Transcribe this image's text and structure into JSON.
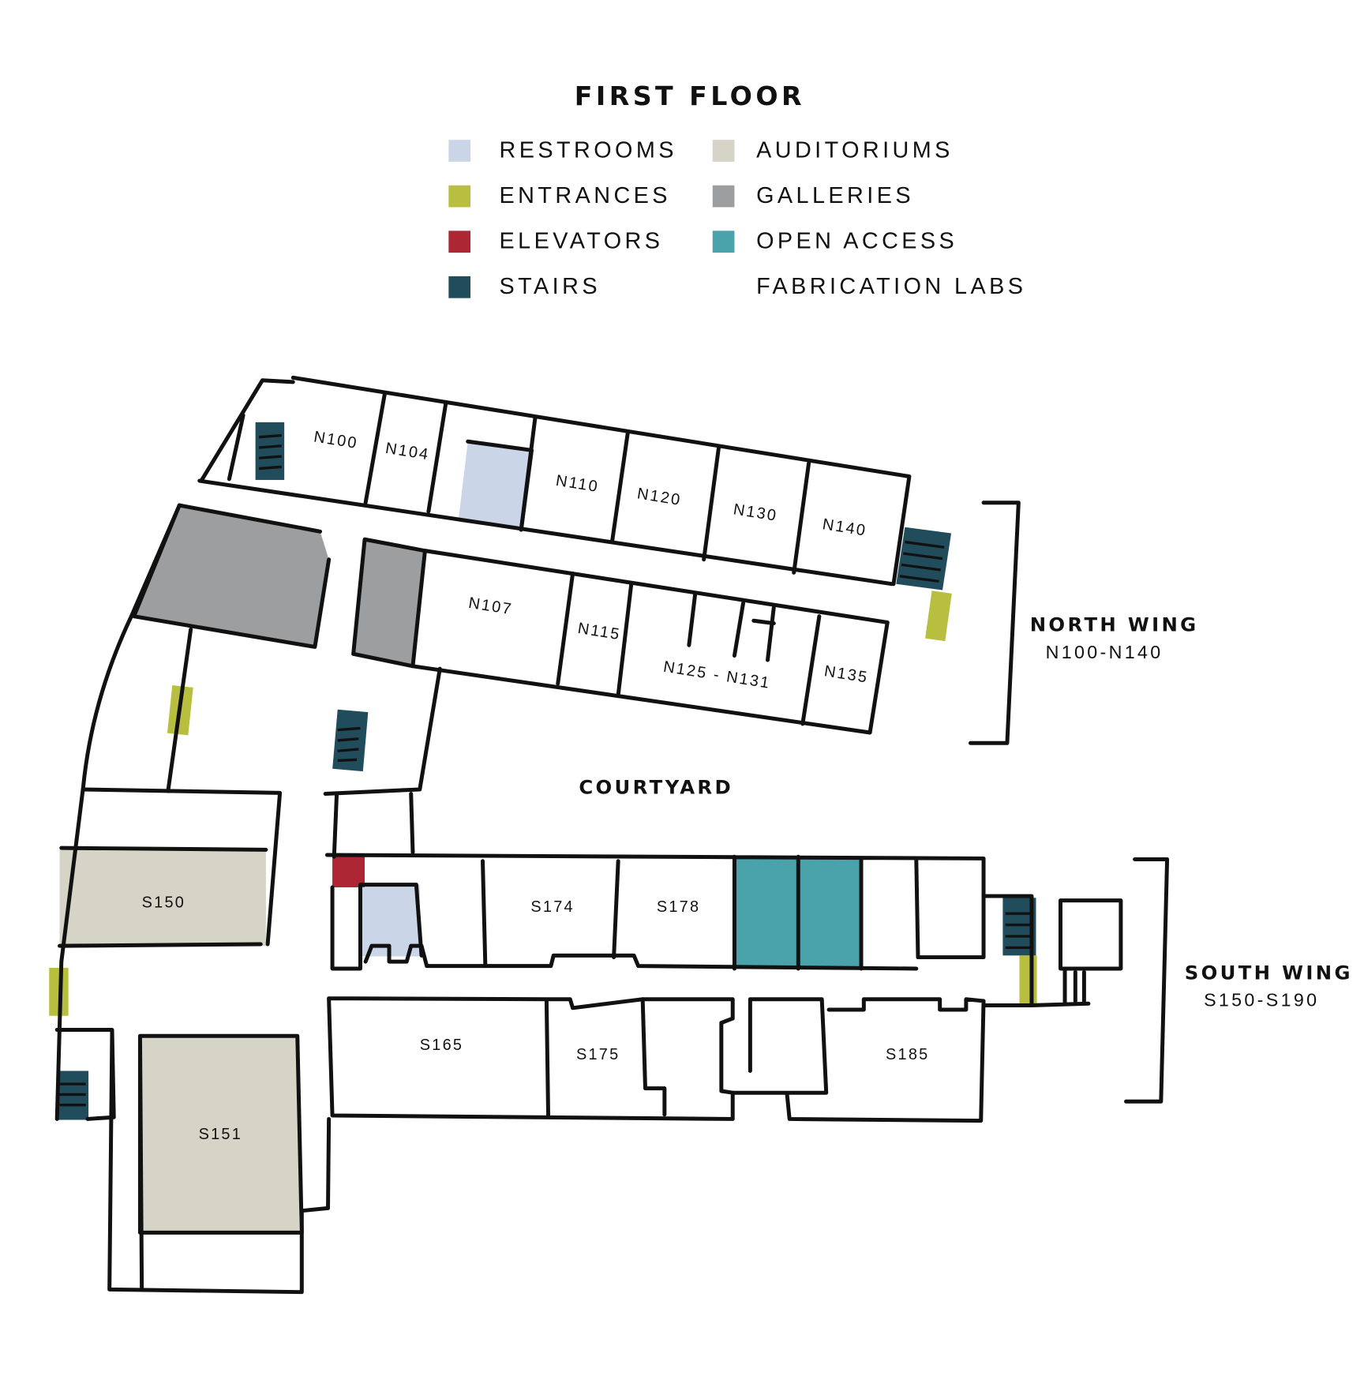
{
  "title": "FIRST FLOOR",
  "legend": [
    {
      "label": "RESTROOMS",
      "color": "#cad6e8"
    },
    {
      "label": "ENTRANCES",
      "color": "#b8bf3f"
    },
    {
      "label": "ELEVATORS",
      "color": "#ac2634"
    },
    {
      "label": "STAIRS",
      "color": "#214c5c"
    },
    {
      "label": "AUDITORIUMS",
      "color": "#d6d3c7"
    },
    {
      "label": "GALLERIES",
      "color": "#9d9ea0"
    },
    {
      "label": "OPEN ACCESS",
      "color": "#4aa2ab"
    },
    {
      "label": "FABRICATION LABS",
      "color": ""
    }
  ],
  "rooms": [
    "N100",
    "N104",
    "N110",
    "N120",
    "N130",
    "N140",
    "N107",
    "N115",
    "N125 - N131",
    "N135",
    "S150",
    "S151",
    "S174",
    "S178",
    "S165",
    "S175",
    "S185"
  ],
  "courtyard": "COURTYARD",
  "wings": {
    "north": {
      "name": "NORTH WING",
      "range": "N100-N140"
    },
    "south": {
      "name": "SOUTH WING",
      "range": "S150-S190"
    }
  }
}
